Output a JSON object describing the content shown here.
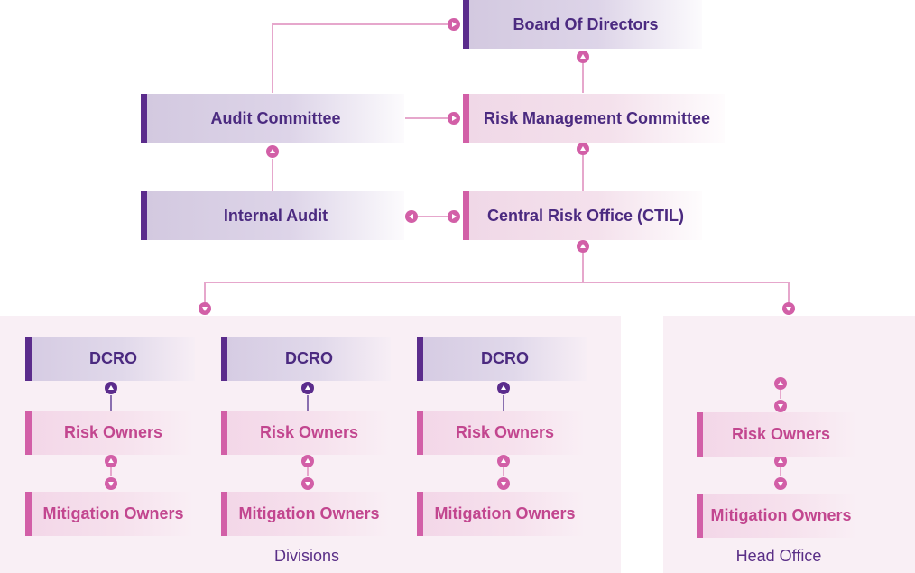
{
  "top": {
    "board": "Board Of Directors",
    "audit_committee": "Audit Committee",
    "risk_committee": "Risk Management Committee",
    "internal_audit": "Internal Audit",
    "central_risk_office": "Central Risk Office (CTIL)"
  },
  "divisions": {
    "caption": "Divisions",
    "columns": [
      {
        "head": "DCRO",
        "risk": "Risk Owners",
        "mitigation": "Mitigation Owners"
      },
      {
        "head": "DCRO",
        "risk": "Risk Owners",
        "mitigation": "Mitigation Owners"
      },
      {
        "head": "DCRO",
        "risk": "Risk Owners",
        "mitigation": "Mitigation Owners"
      }
    ]
  },
  "head_office": {
    "caption": "Head Office",
    "risk": "Risk Owners",
    "mitigation": "Mitigation Owners"
  },
  "colors": {
    "purple": "#5b2c8c",
    "pink": "#d25fa7",
    "text": "#4b2a80",
    "panel": "#f9eff5"
  }
}
